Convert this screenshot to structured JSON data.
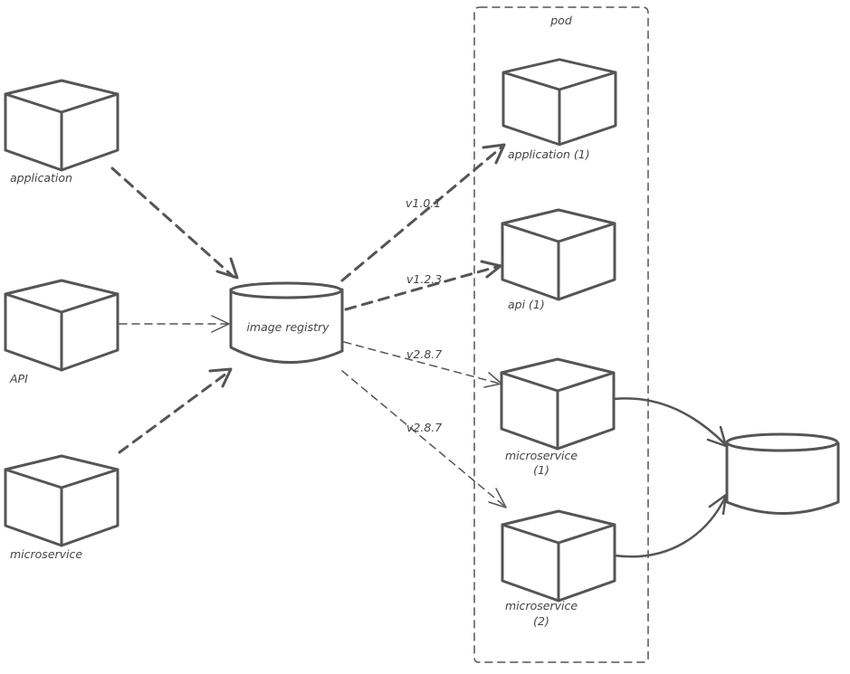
{
  "diagram": {
    "pod": {
      "label": "pod"
    },
    "sources": [
      {
        "id": "application",
        "label": "application",
        "shape": "cube-icon"
      },
      {
        "id": "api",
        "label": "API",
        "shape": "cube-icon"
      },
      {
        "id": "microservice",
        "label": "microservice",
        "shape": "cube-icon"
      }
    ],
    "registry": {
      "label": "image registry",
      "shape": "cylinder-icon"
    },
    "deployed": [
      {
        "id": "application-1",
        "label": "application (1)",
        "shape": "cube-icon"
      },
      {
        "id": "api-1",
        "label": "api (1)",
        "shape": "cube-icon"
      },
      {
        "id": "microservice-1",
        "label_line1": "microservice",
        "label_line2": "(1)",
        "shape": "cube-icon"
      },
      {
        "id": "microservice-2",
        "label_line1": "microservice",
        "label_line2": "(2)",
        "shape": "cube-icon"
      }
    ],
    "database": {
      "label": "",
      "shape": "cylinder-icon"
    },
    "edges": [
      {
        "from": "application",
        "to": "image registry",
        "style": "thick-dashed",
        "label": ""
      },
      {
        "from": "API",
        "to": "image registry",
        "style": "thin-dashed",
        "label": ""
      },
      {
        "from": "microservice",
        "to": "image registry",
        "style": "thick-dashed",
        "label": ""
      },
      {
        "from": "image registry",
        "to": "application (1)",
        "style": "thick-dashed",
        "label": "v1.0.1"
      },
      {
        "from": "image registry",
        "to": "api (1)",
        "style": "thick-dashed",
        "label": "v1.2.3"
      },
      {
        "from": "image registry",
        "to": "microservice (1)",
        "style": "thin-dashed",
        "label": "v2.8.7"
      },
      {
        "from": "image registry",
        "to": "microservice (2)",
        "style": "thin-dashed",
        "label": "v2.8.7"
      },
      {
        "from": "microservice (1)",
        "to": "database",
        "style": "solid-curve",
        "label": ""
      },
      {
        "from": "microservice (2)",
        "to": "database",
        "style": "solid-curve",
        "label": ""
      }
    ]
  }
}
